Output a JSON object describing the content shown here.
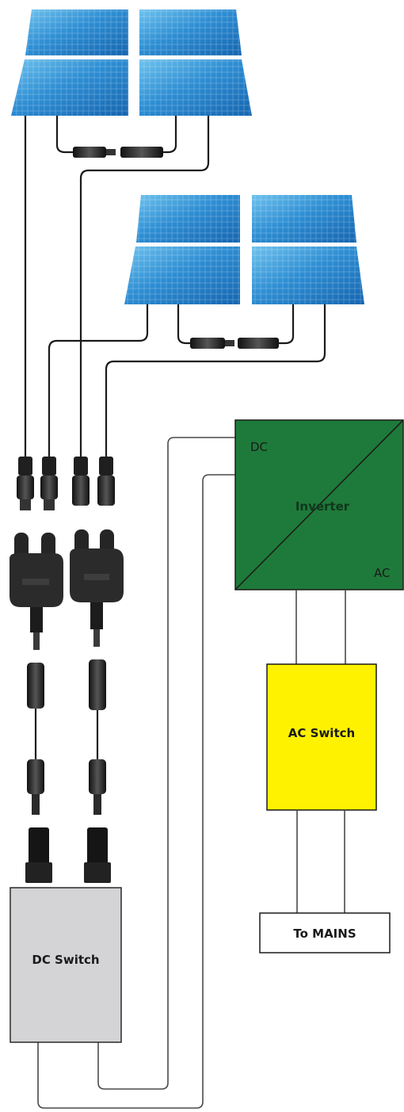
{
  "labels": {
    "dc_switch": "DC Switch",
    "inverter": "Inverter",
    "inverter_dc": "DC",
    "inverter_ac": "AC",
    "ac_switch": "AC Switch",
    "mains": "To MAINS"
  },
  "colors": {
    "inverter_fill": "#1e7a3a",
    "ac_switch_fill": "#fff200",
    "dc_switch_fill": "#d4d4d6",
    "mains_fill": "#ffffff",
    "panel_fill": "#2f8fd0",
    "wire": "#4a4a4a",
    "connector": "#222222"
  }
}
